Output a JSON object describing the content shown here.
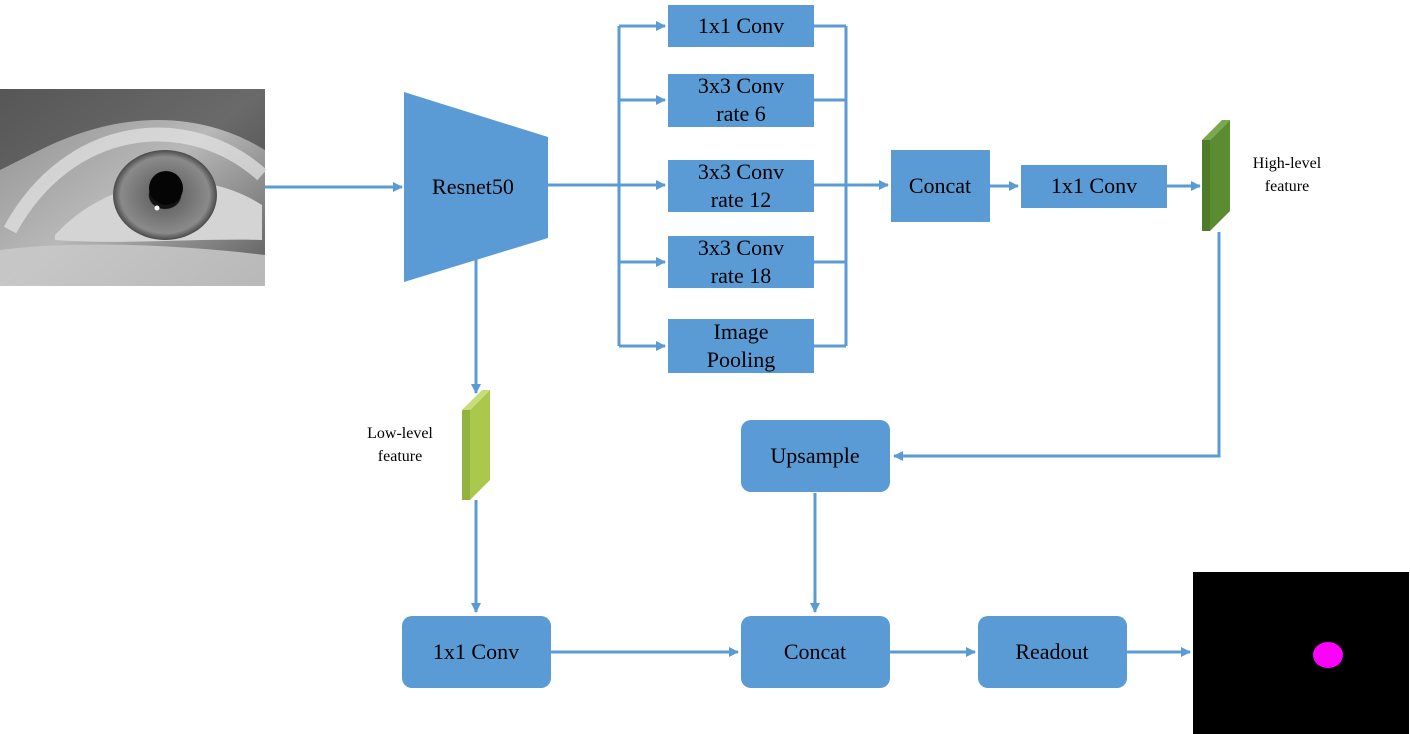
{
  "colors": {
    "box_fill": "#5b9bd5",
    "arrow": "#5b9bd5",
    "high_level_feature": "#5b8c32",
    "low_level_feature": "#a9c84c",
    "pupil_mask": "#ff00ff",
    "output_background": "#000000"
  },
  "input_image": {
    "content": "grayscale close-up photo of an eye"
  },
  "output_image": {
    "content": "black background with magenta pupil segmentation ellipse"
  },
  "encoder": {
    "label": "Resnet50"
  },
  "aspp": {
    "branch1": {
      "line1": "1x1 Conv"
    },
    "branch2": {
      "line1": "3x3 Conv",
      "line2": "rate 6"
    },
    "branch3": {
      "line1": "3x3 Conv",
      "line2": "rate 12"
    },
    "branch4": {
      "line1": "3x3 Conv",
      "line2": "rate 18"
    },
    "branch5": {
      "line1": "Image",
      "line2": "Pooling"
    }
  },
  "top_concat": {
    "label": "Concat"
  },
  "top_conv": {
    "label": "1x1 Conv"
  },
  "high_level": {
    "line1": "High-level",
    "line2": "feature"
  },
  "low_level": {
    "line1": "Low-level",
    "line2": "feature"
  },
  "upsample": {
    "label": "Upsample"
  },
  "low_conv": {
    "label": "1x1 Conv"
  },
  "bottom_concat": {
    "label": "Concat"
  },
  "readout": {
    "label": "Readout"
  }
}
